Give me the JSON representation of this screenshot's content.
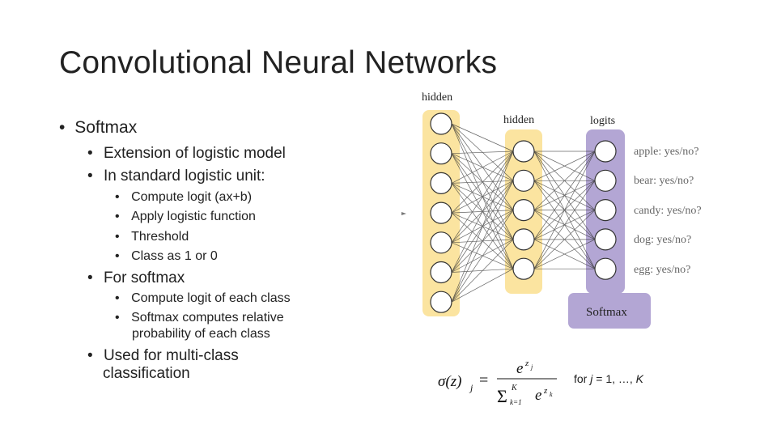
{
  "slide": {
    "title": "Convolutional Neural Networks",
    "bullets": {
      "softmax": "Softmax",
      "extension": "Extension of logistic model",
      "standard": "In standard logistic unit:",
      "compute_logit": "Compute logit (ax+b)",
      "apply_logistic": "Apply logistic function",
      "threshold": "Threshold",
      "class_1_0": "Class as 1 or 0",
      "for_softmax": "For softmax",
      "compute_each": "Compute logit of each class",
      "softmax_relative_1": "Softmax computes relative",
      "softmax_relative_2": "probability of each class",
      "multiclass_1": "Used for multi-class",
      "multiclass_2": "classification"
    },
    "bullet_symbol": "•"
  },
  "diagram": {
    "layer_labels": {
      "hidden1": "hidden",
      "hidden2": "hidden",
      "logits": "logits"
    },
    "layer_sizes": [
      7,
      5,
      5
    ],
    "outputs": [
      "apple: yes/no?",
      "bear: yes/no?",
      "candy: yes/no?",
      "dog: yes/no?",
      "egg: yes/no?"
    ],
    "softmax_label": "Softmax",
    "colors": {
      "hidden_layer": "#fbe4a0",
      "logits_layer": "#b3a6d4",
      "softmax_box": "#b3a6d4",
      "node_fill": "#ffffff",
      "edge": "#333333"
    }
  },
  "formula": {
    "lhs": "σ(z)",
    "lhs_sub": "j",
    "equals": "=",
    "numerator_base": "e",
    "numerator_exp": "z",
    "numerator_exp_sub": "j",
    "sum_symbol": "Σ",
    "sum_upper": "K",
    "sum_lower": "k=1",
    "denominator_base": "e",
    "denominator_exp": "z",
    "denominator_exp_sub": "k",
    "condition_prefix": "for ",
    "condition_var": "j",
    "condition_range": " = 1, …, ",
    "condition_end": "K"
  }
}
